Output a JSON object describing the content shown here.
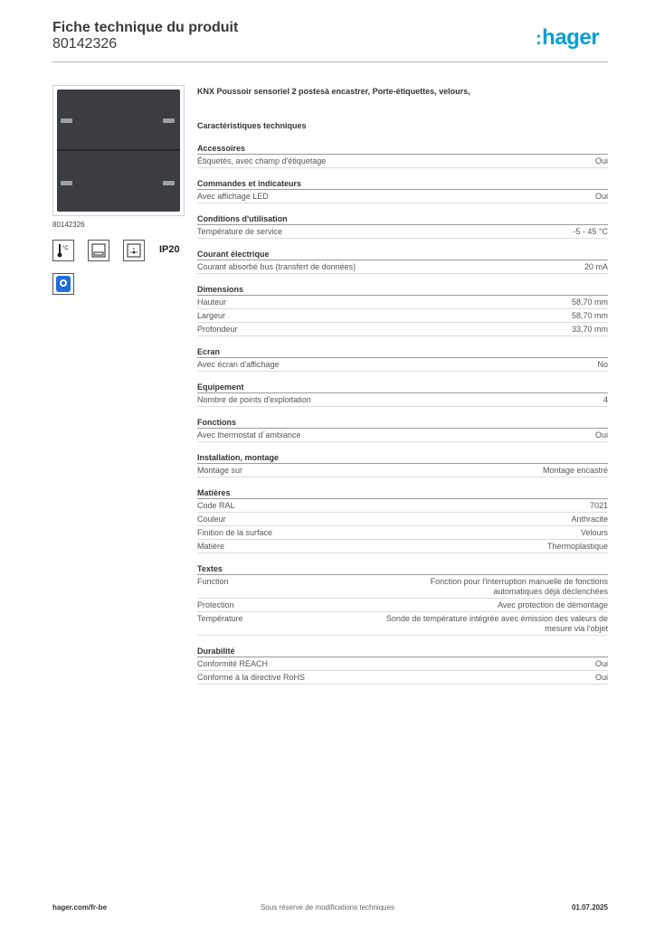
{
  "header": {
    "title": "Fiche technique du produit",
    "reference": "80142326",
    "logo_text": "hager",
    "logo_dots": ":",
    "brand_color": "#00a0d6"
  },
  "sidebar": {
    "photo_caption": "80142326",
    "ip_rating": "IP20",
    "icons": [
      "thermometer-celsius-icon",
      "label-holder-icon",
      "led-display-icon",
      "ip20-icon",
      "app-icon"
    ]
  },
  "product_name": "KNX Poussoir sensoriel 2 postesà encastrer, Porte-étiquettes, velours,",
  "specs_title": "Caractéristiques techniques",
  "sections": [
    {
      "title": "Accessoires",
      "rows": [
        {
          "label": "Étiquetés, avec champ d'étiquetage",
          "value": "Oui"
        }
      ]
    },
    {
      "title": "Commandes et indicateurs",
      "rows": [
        {
          "label": "Avec affichage LED",
          "value": "Oui"
        }
      ]
    },
    {
      "title": "Conditions d'utilisation",
      "rows": [
        {
          "label": "Température de service",
          "value": "-5 - 45 °C"
        }
      ]
    },
    {
      "title": "Courant électrique",
      "rows": [
        {
          "label": "Courant absorbé bus (transfert de données)",
          "value": "20 mA"
        }
      ]
    },
    {
      "title": "Dimensions",
      "rows": [
        {
          "label": "Hauteur",
          "value": "58,70 mm"
        },
        {
          "label": "Largeur",
          "value": "58,70 mm"
        },
        {
          "label": "Profondeur",
          "value": "33,70 mm"
        }
      ]
    },
    {
      "title": "Ecran",
      "rows": [
        {
          "label": "Avec écran d'affichage",
          "value": "No"
        }
      ]
    },
    {
      "title": "Equipement",
      "rows": [
        {
          "label": "Nombre de points d'exploitation",
          "value": "4"
        }
      ]
    },
    {
      "title": "Fonctions",
      "rows": [
        {
          "label": "Avec thermostat d´ambiance",
          "value": "Oui"
        }
      ]
    },
    {
      "title": "Installation, montage",
      "rows": [
        {
          "label": "Montage sur",
          "value": "Montage encastré"
        }
      ]
    },
    {
      "title": "Matières",
      "rows": [
        {
          "label": "Code RAL",
          "value": "7021"
        },
        {
          "label": "Couleur",
          "value": "Anthracite"
        },
        {
          "label": "Finition de la surface",
          "value": "Velours"
        },
        {
          "label": "Matière",
          "value": "Thermoplastique"
        }
      ]
    },
    {
      "title": "Textes",
      "rows": [
        {
          "label": "Function",
          "value": "Fonction pour l'interruption manuelle de fonctions\nautomatiques déjà déclenchées"
        },
        {
          "label": "Protection",
          "value": "Avec protection de démontage"
        },
        {
          "label": "Température",
          "value": "Sonde de température intégrée avec émission des valeurs de\nmesure via l'objet"
        }
      ]
    },
    {
      "title": "Durabilité",
      "rows": [
        {
          "label": "Conformité REACH",
          "value": "Oui"
        },
        {
          "label": "Conforme à la directive RoHS",
          "value": "Oui"
        }
      ]
    }
  ],
  "footer": {
    "website": "hager.com/fr-be",
    "disclaimer": "Sous réserve de modifications techniques",
    "date": "01.07.2025"
  }
}
